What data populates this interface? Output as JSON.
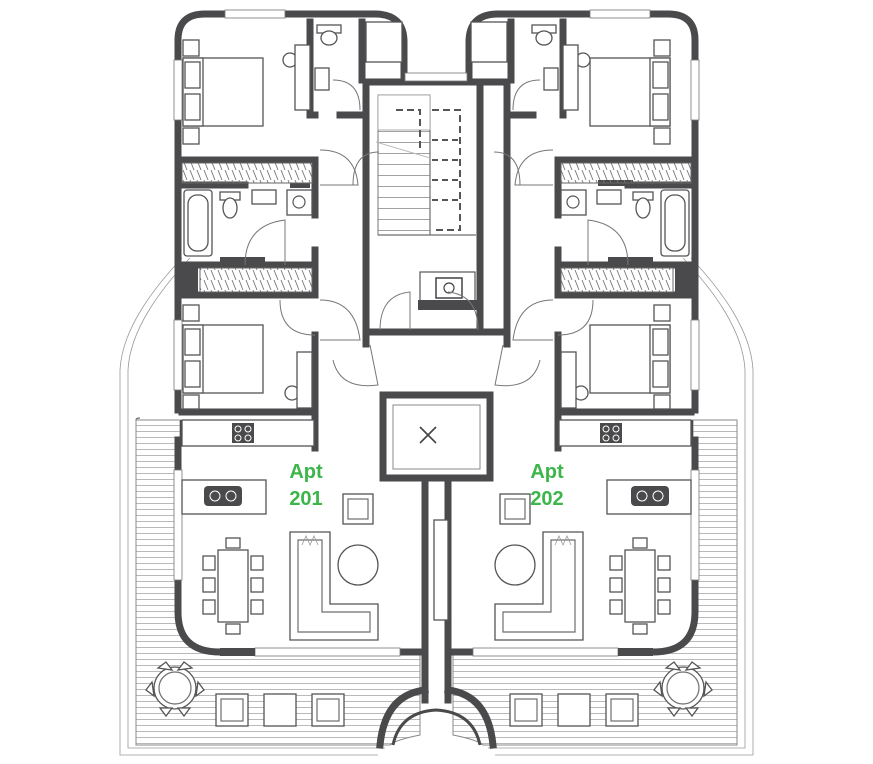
{
  "apartments": [
    {
      "name": "Apt",
      "number": "201"
    },
    {
      "name": "Apt",
      "number": "202"
    }
  ],
  "colors": {
    "label": "#3cb54a",
    "wall": "#4a4a4c",
    "line": "#6e6e6e",
    "background": "#ffffff"
  },
  "icons": [
    "lift-cross-icon",
    "stair-lift-icon",
    "bed-icon",
    "sofa-icon",
    "dining-table-icon",
    "round-table-icon",
    "sink-icon",
    "hob-icon",
    "toilet-icon",
    "bath-icon"
  ]
}
